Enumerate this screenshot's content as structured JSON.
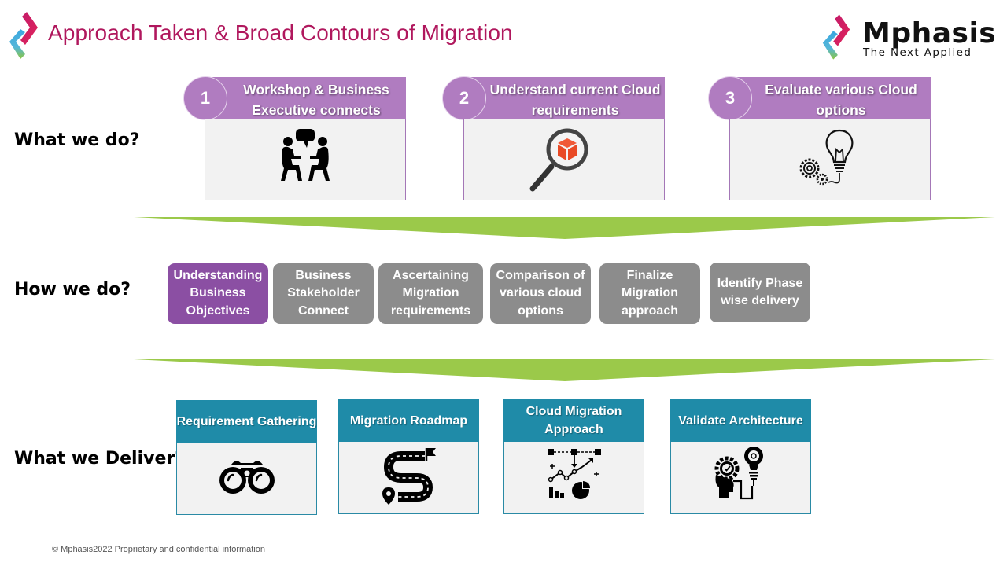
{
  "header": {
    "title": "Approach Taken & Broad Contours of Migration",
    "brand_name": "Mphasis",
    "brand_tagline": "The Next Applied"
  },
  "colors": {
    "title": "#b0175d",
    "step_purple": "#b07cc0",
    "active_pill": "#8b4fa3",
    "inactive_pill": "#8c8c8c",
    "arrow_green": "#9bc94a",
    "deliver_teal": "#1f8ba8"
  },
  "rows": {
    "what_we_do": "What we do?",
    "how_we_do": "How we do?",
    "what_we_deliver": "What we Deliver?"
  },
  "steps": [
    {
      "number": "1",
      "label": "Workshop & Business Executive connects",
      "icon": "meeting-icon"
    },
    {
      "number": "2",
      "label": "Understand current Cloud requirements",
      "icon": "magnifier-cube-icon"
    },
    {
      "number": "3",
      "label": "Evaluate various Cloud options",
      "icon": "lightbulb-gears-icon"
    }
  ],
  "how": [
    {
      "label": "Understanding Business Objectives",
      "active": true
    },
    {
      "label": "Business Stakeholder Connect",
      "active": false
    },
    {
      "label": "Ascertaining Migration requirements",
      "active": false
    },
    {
      "label": "Comparison of various cloud options",
      "active": false
    },
    {
      "label": "Finalize Migration approach",
      "active": false
    },
    {
      "label": "Identify Phase wise delivery",
      "active": false
    }
  ],
  "deliverables": [
    {
      "label": "Requirement Gathering",
      "icon": "binoculars-icon"
    },
    {
      "label": "Migration Roadmap",
      "icon": "roadmap-icon"
    },
    {
      "label": "Cloud Migration Approach",
      "icon": "analytics-icon"
    },
    {
      "label": "Validate Architecture",
      "icon": "architecture-idea-icon"
    }
  ],
  "footer": "© Mphasis2022  Proprietary and confidential information"
}
